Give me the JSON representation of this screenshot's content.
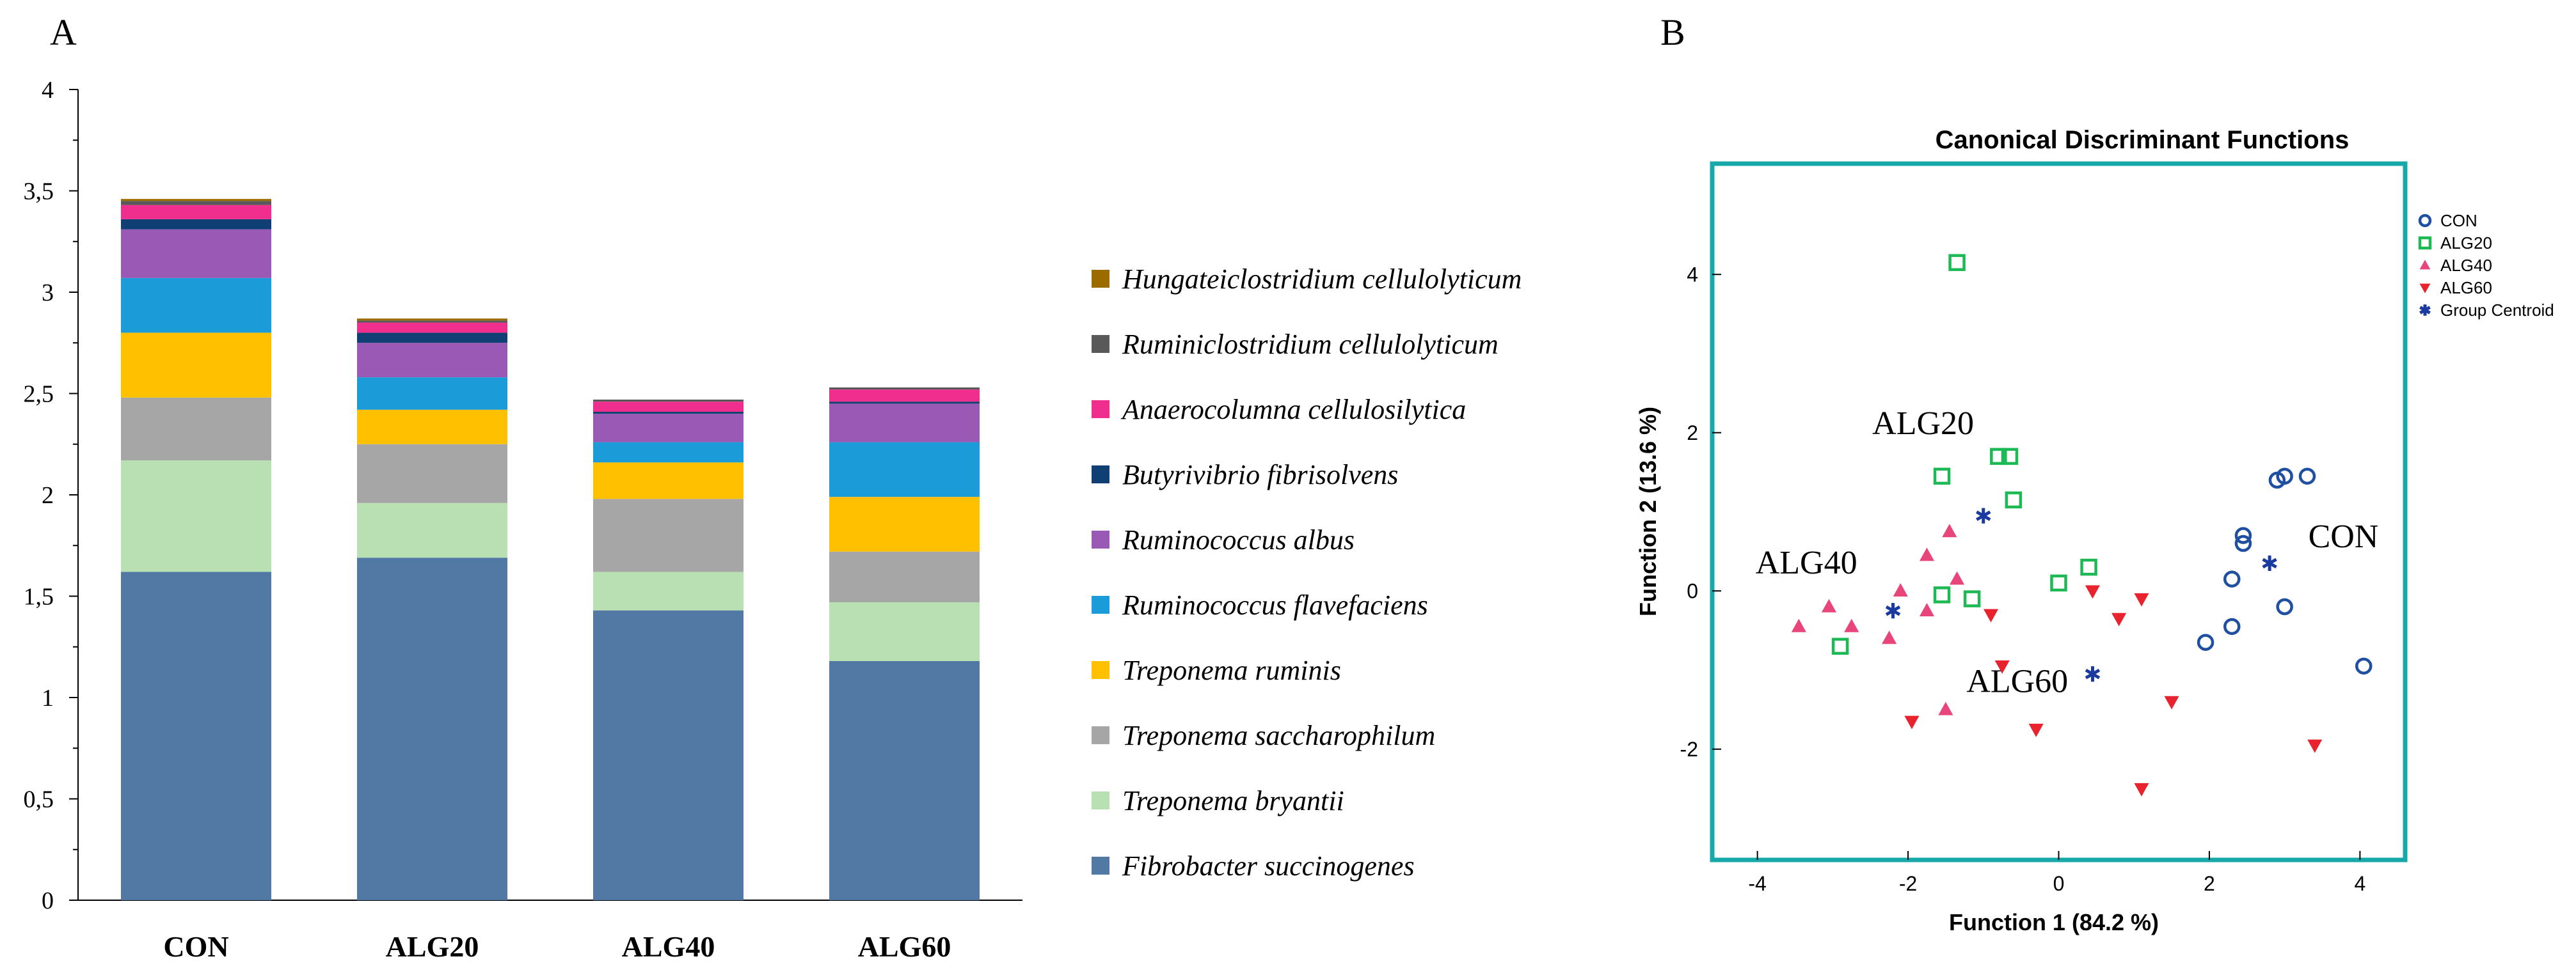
{
  "panel_labels": {
    "a": "A",
    "b": "B"
  },
  "colors": {
    "Fibrobacter succinogenes": "#5179a3",
    "Treponema bryantii": "#b8e0b2",
    "Treponema saccharophilum": "#a6a6a6",
    "Treponema ruminis": "#ffc000",
    "Ruminococcus flavefaciens": "#1b9cd8",
    "Ruminococcus albus": "#9b59b6",
    "Butyrivibrio fibrisolvens": "#0f3f73",
    "Anaerocolumna cellulosilytica": "#ef2e8e",
    "Ruminiclostridium cellulolyticum": "#595959",
    "Hungateiclostridium cellulolyticum": "#9c6b00",
    "frame": "#17a9a9",
    "CON": "#1f4fa1",
    "ALG20": "#1db954",
    "ALG40": "#e8457a",
    "ALG60": "#e8232e",
    "Group Centroid": "#1a3aa0"
  },
  "chart_data": [
    {
      "type": "bar",
      "stacked": true,
      "title": "",
      "xlabel": "",
      "ylabel": "",
      "ylim": [
        0,
        4
      ],
      "yticks": [
        "0",
        "0,5",
        "1",
        "1,5",
        "2",
        "2,5",
        "3",
        "3,5",
        "4"
      ],
      "categories": [
        "CON",
        "ALG20",
        "ALG40",
        "ALG60"
      ],
      "series": [
        {
          "name": "Fibrobacter succinogenes",
          "values": [
            1.62,
            1.69,
            1.43,
            1.18
          ]
        },
        {
          "name": "Treponema bryantii",
          "values": [
            0.55,
            0.27,
            0.19,
            0.29
          ]
        },
        {
          "name": "Treponema saccharophilum",
          "values": [
            0.31,
            0.29,
            0.36,
            0.25
          ]
        },
        {
          "name": "Treponema ruminis",
          "values": [
            0.32,
            0.17,
            0.18,
            0.27
          ]
        },
        {
          "name": "Ruminococcus flavefaciens",
          "values": [
            0.27,
            0.16,
            0.1,
            0.27
          ]
        },
        {
          "name": "Ruminococcus albus",
          "values": [
            0.24,
            0.17,
            0.14,
            0.19
          ]
        },
        {
          "name": "Butyrivibrio fibrisolvens",
          "values": [
            0.05,
            0.05,
            0.01,
            0.01
          ]
        },
        {
          "name": "Anaerocolumna cellulosilytica",
          "values": [
            0.07,
            0.05,
            0.05,
            0.06
          ]
        },
        {
          "name": "Ruminiclostridium cellulolyticum",
          "values": [
            0.02,
            0.01,
            0.01,
            0.01
          ]
        },
        {
          "name": "Hungateiclostridium cellulolyticum",
          "values": [
            0.01,
            0.01,
            0.0,
            0.0
          ]
        }
      ],
      "legend_position": "right",
      "legend_order": [
        "Hungateiclostridium cellulolyticum",
        "Ruminiclostridium cellulolyticum",
        "Anaerocolumna cellulosilytica",
        "Butyrivibrio fibrisolvens",
        "Ruminococcus albus",
        "Ruminococcus flavefaciens",
        "Treponema ruminis",
        "Treponema saccharophilum",
        "Treponema bryantii",
        "Fibrobacter succinogenes"
      ]
    },
    {
      "type": "scatter",
      "title": "Canonical Discriminant Functions",
      "xlabel": "Function 1 (84.2 %)",
      "ylabel": "Function 2 (13.6 %)",
      "xlim": [
        -4.6,
        4.6
      ],
      "ylim": [
        -3.4,
        5.4
      ],
      "xticks": [
        "-4",
        "-2",
        "0",
        "2",
        "4"
      ],
      "yticks": [
        "-2",
        "0",
        "2",
        "4"
      ],
      "legend_position": "top-right",
      "series": [
        {
          "name": "CON",
          "marker": "circle",
          "points": [
            [
              2.9,
              1.4
            ],
            [
              3.0,
              1.45
            ],
            [
              3.3,
              1.45
            ],
            [
              2.45,
              0.7
            ],
            [
              2.45,
              0.6
            ],
            [
              2.3,
              0.15
            ],
            [
              1.95,
              -0.65
            ],
            [
              2.3,
              -0.45
            ],
            [
              3.0,
              -0.2
            ],
            [
              4.05,
              -0.95
            ]
          ]
        },
        {
          "name": "ALG20",
          "marker": "square",
          "points": [
            [
              -1.35,
              4.15
            ],
            [
              -0.8,
              1.7
            ],
            [
              -0.65,
              1.7
            ],
            [
              -1.55,
              1.45
            ],
            [
              -0.6,
              1.15
            ],
            [
              0.4,
              0.3
            ],
            [
              0.0,
              0.1
            ],
            [
              -1.55,
              -0.05
            ],
            [
              -1.15,
              -0.1
            ],
            [
              -2.9,
              -0.7
            ]
          ]
        },
        {
          "name": "ALG40",
          "marker": "triangle-up",
          "points": [
            [
              -1.75,
              0.45
            ],
            [
              -1.45,
              0.75
            ],
            [
              -1.35,
              0.15
            ],
            [
              -2.1,
              0.0
            ],
            [
              -3.05,
              -0.2
            ],
            [
              -1.75,
              -0.25
            ],
            [
              -3.45,
              -0.45
            ],
            [
              -2.75,
              -0.45
            ],
            [
              -2.25,
              -0.6
            ],
            [
              -1.5,
              -1.5
            ]
          ]
        },
        {
          "name": "ALG60",
          "marker": "triangle-down",
          "points": [
            [
              0.45,
              0.0
            ],
            [
              1.1,
              -0.1
            ],
            [
              -0.9,
              -0.3
            ],
            [
              0.8,
              -0.35
            ],
            [
              -0.75,
              -0.95
            ],
            [
              1.5,
              -1.4
            ],
            [
              -1.95,
              -1.65
            ],
            [
              -0.3,
              -1.75
            ],
            [
              3.4,
              -1.95
            ],
            [
              1.1,
              -2.5
            ]
          ]
        },
        {
          "name": "Group Centroid",
          "marker": "asterisk",
          "points": [
            [
              2.8,
              0.35
            ],
            [
              -1.0,
              0.95
            ],
            [
              -2.2,
              -0.25
            ],
            [
              0.45,
              -1.05
            ]
          ]
        }
      ],
      "annotations": [
        {
          "text": "ALG20",
          "x": -1.8,
          "y": 1.98
        },
        {
          "text": "ALG40",
          "x": -3.35,
          "y": 0.22
        },
        {
          "text": "ALG60",
          "x": -0.55,
          "y": -1.28
        },
        {
          "text": "CON",
          "x": 3.78,
          "y": 0.55
        }
      ]
    }
  ]
}
